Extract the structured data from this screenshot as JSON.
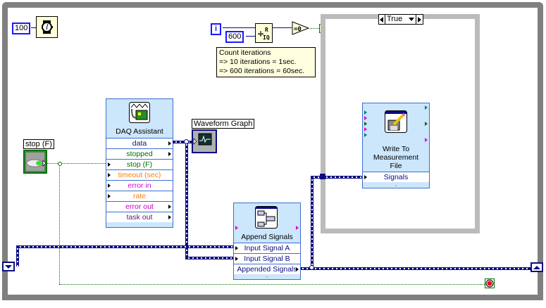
{
  "diagram": {
    "wait_constant": "100",
    "wait_icon": "wait-ms-icon",
    "iteration_terminal": "i",
    "divisor_constant": "600",
    "quotient_icon": "quotient-remainder-icon",
    "equal_zero_label": "=0",
    "case_selector_terminal": "?",
    "comment": {
      "line1": "Count iterations",
      "line2": "=> 10 iterations = 1sec.",
      "line3": "=> 600 iterations = 60sec."
    },
    "case_structure": {
      "selected_case": "True"
    },
    "stop_control": {
      "label": "stop (F)"
    },
    "waveform_graph": {
      "label": "Waveform Graph"
    },
    "daq_assistant": {
      "title": "DAQ Assistant",
      "terminals": [
        {
          "label": "data",
          "color": "#0b0b80"
        },
        {
          "label": "stopped",
          "color": "#007000"
        },
        {
          "label": "stop (F)",
          "color": "#007000"
        },
        {
          "label": "timeout (sec)",
          "color": "#ff8000"
        },
        {
          "label": "error in",
          "color": "#e000e0"
        },
        {
          "label": "rate",
          "color": "#ff8000"
        },
        {
          "label": "error out",
          "color": "#c000c0"
        },
        {
          "label": "task out",
          "color": "#5a1a6a"
        }
      ]
    },
    "write_to_file": {
      "title_line1": "Write To",
      "title_line2": "Measurement",
      "title_line3": "File",
      "terminal": "Signals"
    },
    "append_signals": {
      "title": "Append Signals",
      "terminals": [
        "Input Signal A",
        "Input Signal B",
        "Appended Signals"
      ]
    },
    "stop_terminal_icon": "stop-condition-icon"
  }
}
